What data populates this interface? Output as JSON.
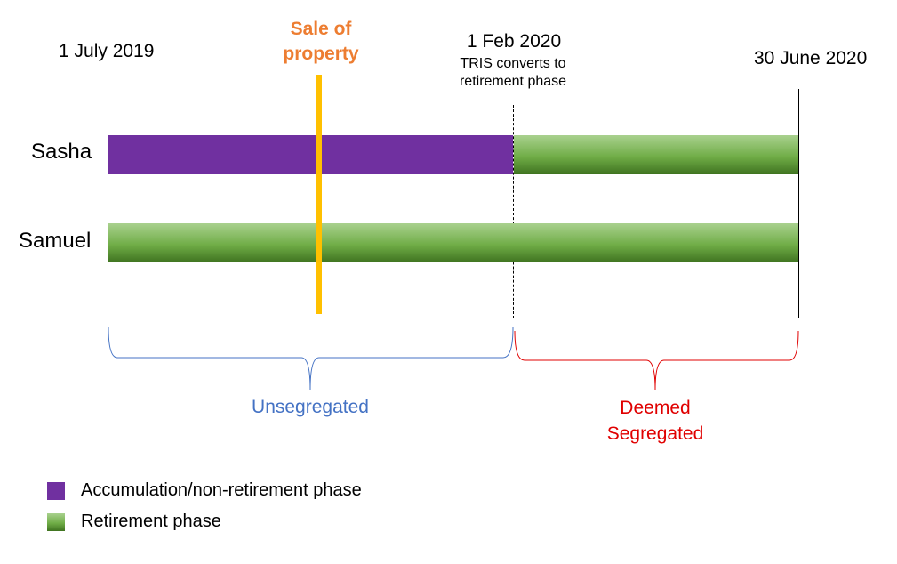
{
  "dates": {
    "start": "1 July 2019",
    "mid": "1 Feb 2020",
    "mid_note_line1": "TRIS converts to",
    "mid_note_line2": "retirement phase",
    "end": "30 June 2020"
  },
  "event": {
    "line1": "Sale of",
    "line2": "property"
  },
  "members": [
    {
      "name": "Sasha"
    },
    {
      "name": "Samuel"
    }
  ],
  "periods": {
    "unsegregated": "Unsegregated",
    "segregated_line1": "Deemed",
    "segregated_line2": "Segregated"
  },
  "legend": {
    "accumulation": "Accumulation/non-retirement phase",
    "retirement": "Retirement phase"
  },
  "colors": {
    "accumulation": "#7030A0",
    "retirement": "#70AD47",
    "sale": "#ED7D31",
    "sale_line": "#FFC000",
    "unsegregated": "#4472C4",
    "segregated": "#E00000"
  }
}
